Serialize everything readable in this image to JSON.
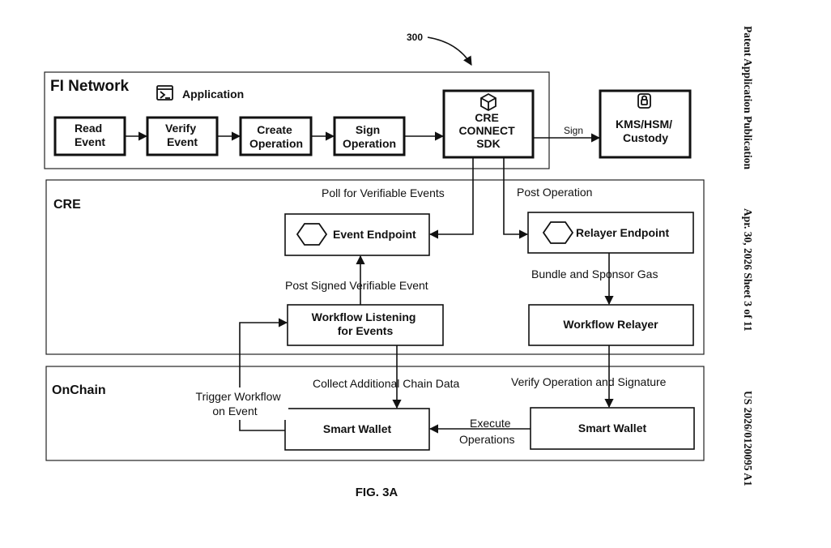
{
  "figure": {
    "ref_number": "300",
    "caption": "FIG. 3A"
  },
  "side_header": {
    "publication": "Patent Application Publication",
    "date_sheet": "Apr. 30, 2026 Sheet 3 of 11",
    "pub_number": "US 2026/0120095 A1"
  },
  "regions": {
    "fi_network": "FI Network",
    "application": "Application",
    "cre": "CRE",
    "onchain": "OnChain"
  },
  "nodes": {
    "read_event": [
      "Read",
      "Event"
    ],
    "verify_event": [
      "Verify",
      "Event"
    ],
    "create_operation": [
      "Create",
      "Operation"
    ],
    "sign_operation": [
      "Sign",
      "Operation"
    ],
    "cre_connect_sdk": [
      "CRE",
      "CONNECT",
      "SDK"
    ],
    "kms": [
      "KMS/HSM/",
      "Custody"
    ],
    "event_endpoint": "Event Endpoint",
    "relayer_endpoint": "Relayer Endpoint",
    "workflow_listening": [
      "Workflow Listening",
      "for Events"
    ],
    "workflow_relayer": "Workflow Relayer",
    "smart_wallet_left": "Smart Wallet",
    "smart_wallet_right": "Smart Wallet"
  },
  "edges": {
    "sign": "Sign",
    "poll": "Poll for Verifiable Events",
    "post_operation": "Post Operation",
    "bundle": "Bundle and Sponsor Gas",
    "post_signed": "Post Signed Verifiable Event",
    "collect": "Collect Additional Chain Data",
    "verify_op": "Verify Operation and Signature",
    "trigger": [
      "Trigger Workflow",
      "on Event"
    ],
    "execute": [
      "Execute",
      "Operations"
    ]
  },
  "icons": {
    "application": "terminal-icon",
    "sdk": "cube-icon",
    "kms": "lock-icon",
    "endpoint": "hexagon-icon"
  }
}
